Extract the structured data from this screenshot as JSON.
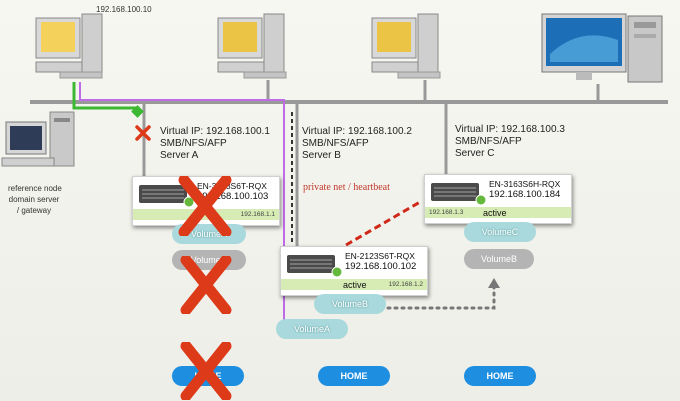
{
  "top_ip": "192.168.100.10",
  "reference_node": {
    "line1": "reference node",
    "line2": "domain server",
    "line3": "/ gateway"
  },
  "servers": [
    {
      "vip": "Virtual IP: 192.168.100.1",
      "proto": "SMB/NFS/AFP",
      "name": "Server A"
    },
    {
      "vip": "Virtual IP: 192.168.100.2",
      "proto": "SMB/NFS/AFP",
      "name": "Server B"
    },
    {
      "vip": "Virtual IP: 192.168.100.3",
      "proto": "SMB/NFS/AFP",
      "name": "Server C"
    }
  ],
  "private_net_label": "private net / heartbeat",
  "nodes": {
    "a": {
      "name": "EN-3163S6T-RQX",
      "ip": "192.168.100.103",
      "net": "192.168.1.1",
      "state": ""
    },
    "b": {
      "name": "EN-2123S6T-RQX",
      "ip": "192.168.100.102",
      "net": "192.168.1.2",
      "state": "active"
    },
    "c": {
      "name": "EN-3163S6H-RQX",
      "ip": "192.168.100.184",
      "net": "192.168.1.3",
      "state": "active"
    }
  },
  "volumes": {
    "a_volA": "VolumeA",
    "a_volC": "VolumeC",
    "c_volC": "VolumeC",
    "c_volB": "VolumeB",
    "b_volB": "VolumeB",
    "b_volA": "VolumeA"
  },
  "home": [
    "HOME",
    "HOME",
    "HOME"
  ],
  "colors": {
    "failover_red": "#dd3a1a",
    "teal": "#a9d9dc",
    "home_blue": "#1e8fe0",
    "path_purple": "#bf6be8",
    "path_green": "#3cb832"
  }
}
